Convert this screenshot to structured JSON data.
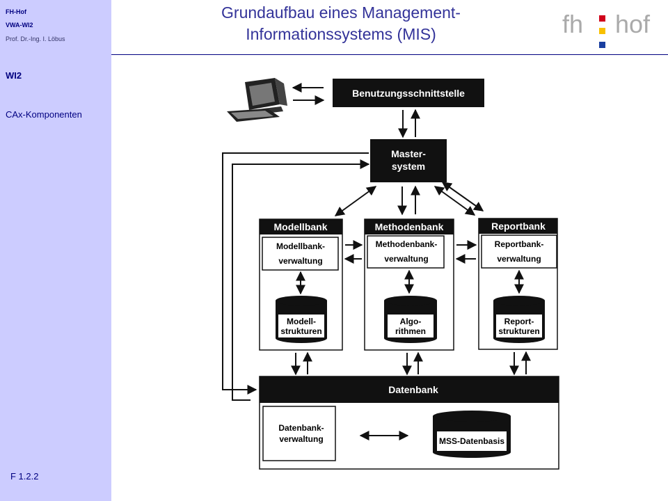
{
  "sidebar": {
    "org_name": "FH-Hof",
    "course": "VWA-WI2",
    "author": "Prof. Dr.-Ing. I. Löbus",
    "nav": [
      {
        "label": "WI2"
      },
      {
        "label": "CAx-Komponenten"
      }
    ],
    "slide_number": "F 1.2.2"
  },
  "header": {
    "title_line1": "Grundaufbau eines Management-",
    "title_line2": "Informationssystems  (MIS)",
    "logo": {
      "left": "fh",
      "right": "hof",
      "colors": [
        "#d0021b",
        "#f8c000",
        "#1a3fa0"
      ]
    }
  },
  "diagram": {
    "user_interface": "Benutzungsschnittstelle",
    "master_system": [
      "Master-",
      "system"
    ],
    "banks": [
      {
        "title": "Modellbank",
        "manager": [
          "Modellbank-",
          "verwaltung"
        ],
        "store": [
          "Modell-",
          "strukturen"
        ]
      },
      {
        "title": "Methodenbank",
        "manager": [
          "Methodenbank-",
          "verwaltung"
        ],
        "store": [
          "Algo-",
          "rithmen"
        ]
      },
      {
        "title": "Reportbank",
        "manager": [
          "Reportbank-",
          "verwaltung"
        ],
        "store": [
          "Report-",
          "strukturen"
        ]
      }
    ],
    "database": {
      "title": "Datenbank",
      "manager": [
        "Datenbank-",
        "verwaltung"
      ],
      "store": "MSS-Datenbasis"
    }
  }
}
